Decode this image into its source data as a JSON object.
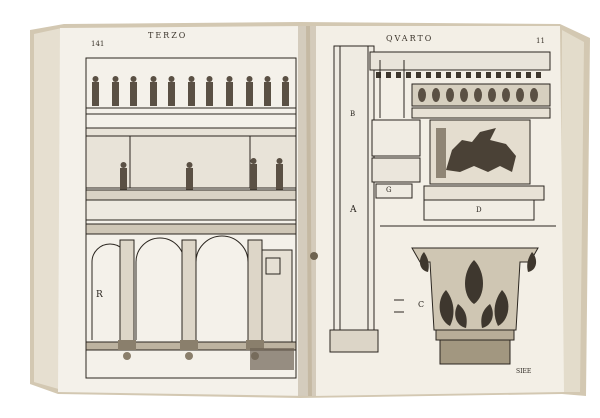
{
  "book": {
    "left_page": {
      "running_head": "TERZO",
      "folio": "141",
      "figure_labels": [
        "R"
      ]
    },
    "right_page": {
      "running_head": "QVARTO",
      "folio": "11",
      "figure_labels": [
        "A",
        "B",
        "G",
        "D",
        "C"
      ],
      "bottom_note": "SIEE"
    }
  },
  "colors": {
    "paper": "#f4f1ea",
    "ink": "#2b2620",
    "binding": "#cfc4ae"
  }
}
